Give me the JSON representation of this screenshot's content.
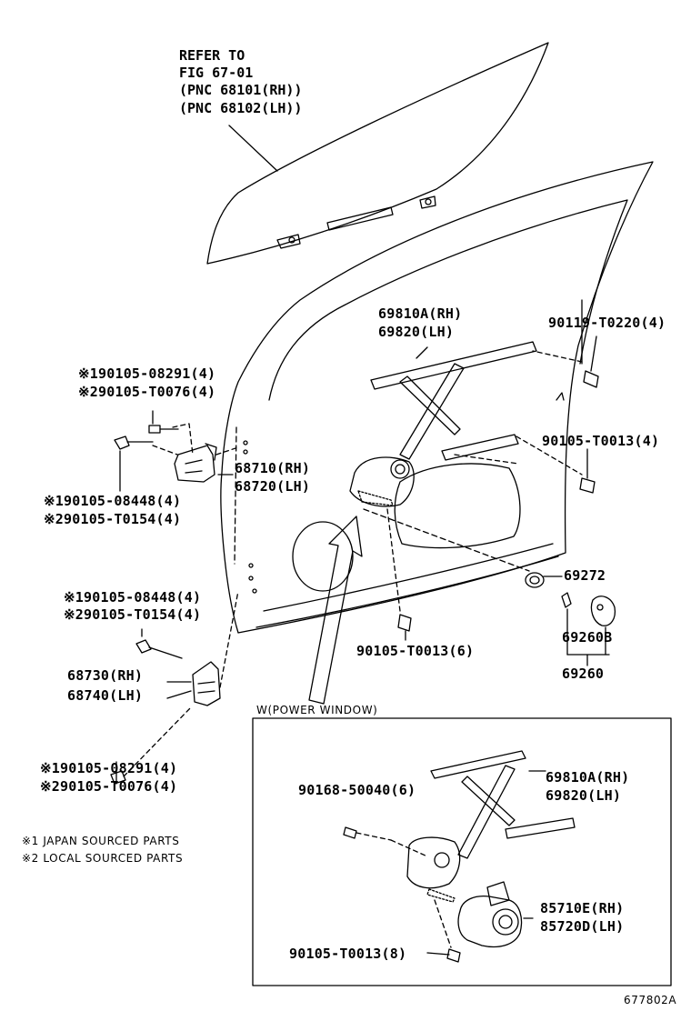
{
  "refer_note": [
    "REFER TO",
    "FIG 67-01",
    "(PNC 68101(RH))",
    "(PNC 68102(LH))"
  ],
  "labels": {
    "reg_rh": "69810A(RH)",
    "reg_lh": "69820(LH)",
    "bolt_90119": "90119-T0220(4)",
    "bolt_t0013_4": "90105-T0013(4)",
    "hinge_upper_bolt_1": "90105-08291(4)",
    "hinge_upper_bolt_2": "90105-T0076(4)",
    "hinge_upper_rh": "68710(RH)",
    "hinge_upper_lh": "68720(LH)",
    "hinge_upper_bolt_3": "90105-08448(4)",
    "hinge_upper_bolt_4": "90105-T0154(4)",
    "p69272": "69272",
    "hinge_lower_bolt_1": "90105-08448(4)",
    "hinge_lower_bolt_2": "90105-T0154(4)",
    "p69260b": "69260B",
    "bolt_t0013_6": "90105-T0013(6)",
    "p69260": "69260",
    "hinge_lower_rh": "68730(RH)",
    "hinge_lower_lh": "68740(LH)",
    "power_window": "W(POWER WINDOW)",
    "hinge_lower_bolt_3": "90105-08291(4)",
    "hinge_lower_bolt_4": "90105-T0076(4)",
    "bolt_90168": "90168-50040(6)",
    "pw_reg_rh": "69810A(RH)",
    "pw_reg_lh": "69820(LH)",
    "note_1": "JAPAN SOURCED PARTS",
    "note_2": "LOCAL SOURCED PARTS",
    "motor_rh": "85710E(RH)",
    "motor_lh": "85720D(LH)",
    "bolt_t0013_8": "90105-T0013(8)",
    "drawing_no": "677802A"
  },
  "marks": {
    "m1": "※1",
    "m2": "※2",
    "m1_small": "※1",
    "m2_small": "※2"
  }
}
